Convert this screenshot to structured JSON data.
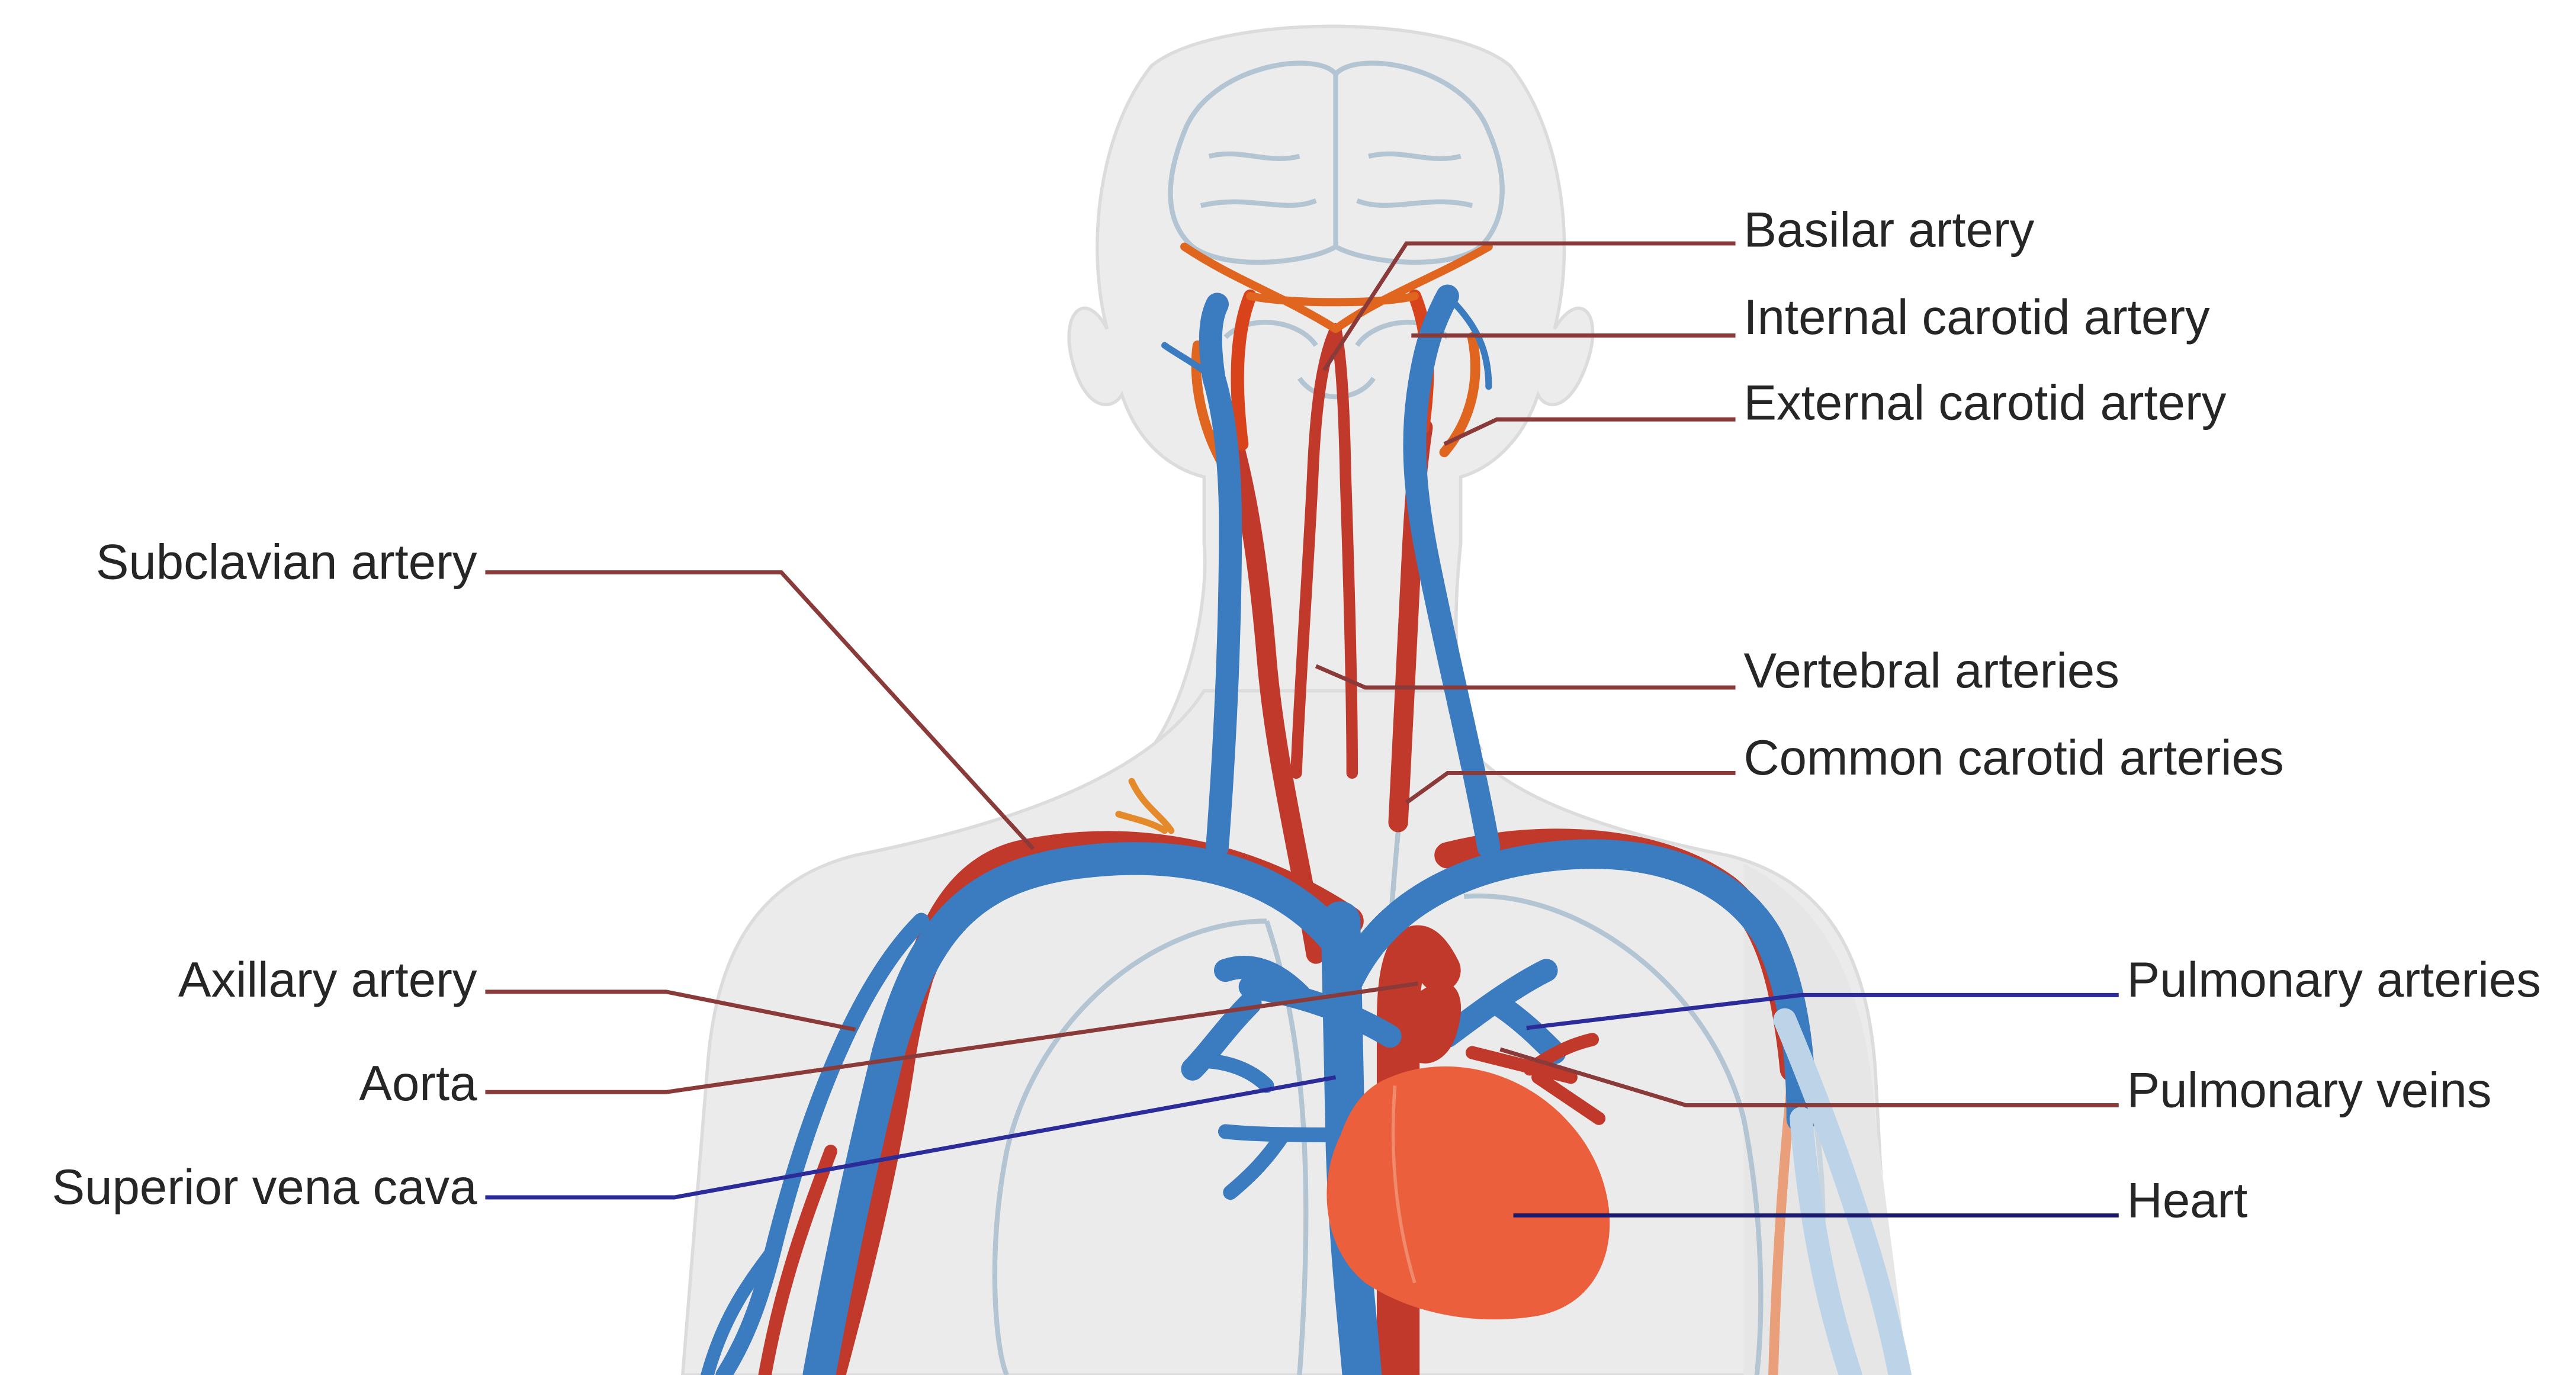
{
  "colors": {
    "artery": "#c0392b",
    "artery_light": "#e0651f",
    "vein": "#3b7bbf",
    "heart": "#ec5f3c",
    "body_fill": "#ebebeb",
    "organ_outline": "#b3c4d3",
    "leader_artery": "#8b3a3a",
    "leader_vein": "#2b2b9a",
    "label_text": "#262626"
  },
  "labels": {
    "basilar": "Basilar artery",
    "internal_carotid": "Internal carotid artery",
    "external_carotid": "External carotid artery",
    "subclavian": "Subclavian artery",
    "vertebral": "Vertebral arteries",
    "common_carotid": "Common carotid arteries",
    "axillary": "Axillary artery",
    "aorta": "Aorta",
    "superior_vena_cava": "Superior vena cava",
    "pulmonary_arteries": "Pulmonary arteries",
    "pulmonary_veins": "Pulmonary veins",
    "heart": "Heart"
  }
}
